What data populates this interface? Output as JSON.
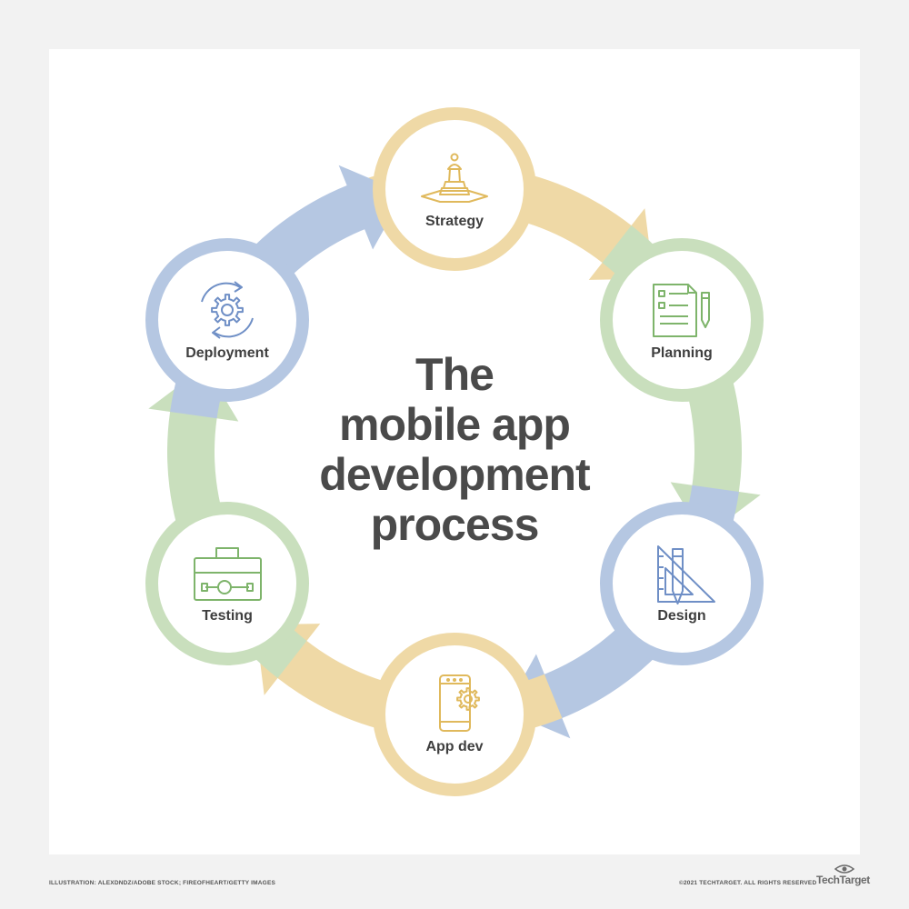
{
  "title_lines": [
    "The",
    "mobile app",
    "development",
    "process"
  ],
  "colors": {
    "gold": "#efd9a6",
    "green": "#c9dfbd",
    "blue": "#b5c7e2",
    "gold_icon": "#e0b95c",
    "green_icon": "#7eb46b",
    "blue_icon": "#6f8fc6",
    "title": "#4a4a4a"
  },
  "stages": [
    {
      "label": "Strategy",
      "icon": "chess-piece-icon",
      "color": "gold"
    },
    {
      "label": "Planning",
      "icon": "document-pencil-icon",
      "color": "green"
    },
    {
      "label": "Design",
      "icon": "ruler-pencil-icon",
      "color": "blue"
    },
    {
      "label": "App dev",
      "icon": "phone-gear-icon",
      "color": "gold"
    },
    {
      "label": "Testing",
      "icon": "toolbox-icon",
      "color": "green"
    },
    {
      "label": "Deployment",
      "icon": "gear-cycle-icon",
      "color": "blue"
    }
  ],
  "footer": {
    "credit": "ILLUSTRATION: ALEXDNDZ/ADOBE STOCK; FIREOFHEART/GETTY IMAGES",
    "copyright": "©2021 TECHTARGET. ALL RIGHTS RESERVED",
    "brand": "TechTarget"
  }
}
